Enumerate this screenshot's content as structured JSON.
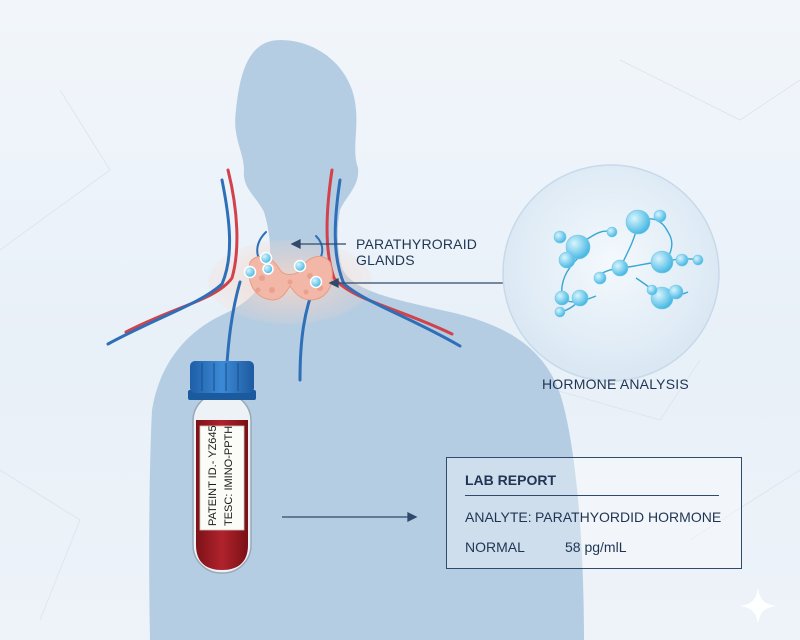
{
  "labels": {
    "glands_line1": "PARATHYRORAID",
    "glands_line2": "GLANDS",
    "hormone_analysis": "HORMONE ANALYSIS"
  },
  "tube": {
    "line1": "PATEINT ID.- YZ645",
    "line2": "TESC: IMINO-PPTH"
  },
  "lab_report": {
    "title": "LAB REPORT",
    "analyte_label": "ANALYTE:",
    "analyte_value": "PARATHYORDID HORMONE",
    "normal_label": "NORMAL",
    "normal_value": "58 pg/mlL"
  },
  "colors": {
    "body": "#b4cde3",
    "artery": "#d3414a",
    "vein": "#2f6fb7",
    "gland": "#f2b7a6",
    "molecule": "#5cc8ea",
    "cap": "#2d78c7",
    "blood": "#9c1a22",
    "frame": "#2f4a6b"
  },
  "icons": [
    "sparkle-icon"
  ]
}
